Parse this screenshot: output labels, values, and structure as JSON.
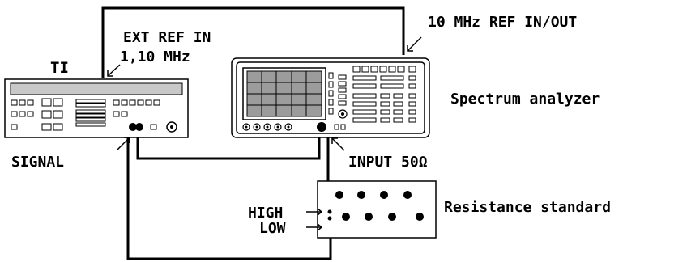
{
  "labels": {
    "ti": "TI",
    "ext_ref_in": "EXT REF IN",
    "ext_ref_freq": "1,10 MHz",
    "ref_in_out": "10 MHz REF IN/OUT",
    "spectrum_analyzer": "Spectrum analyzer",
    "signal": "SIGNAL",
    "input": "INPUT 50Ω",
    "high": "HIGH",
    "low": "LOW",
    "resistance_standard": "Resistance standard"
  },
  "colors": {
    "ink": "#000000",
    "paper": "#ffffff",
    "panel_gray": "#c8c8c8",
    "screen_dark": "#9c9c9c"
  }
}
